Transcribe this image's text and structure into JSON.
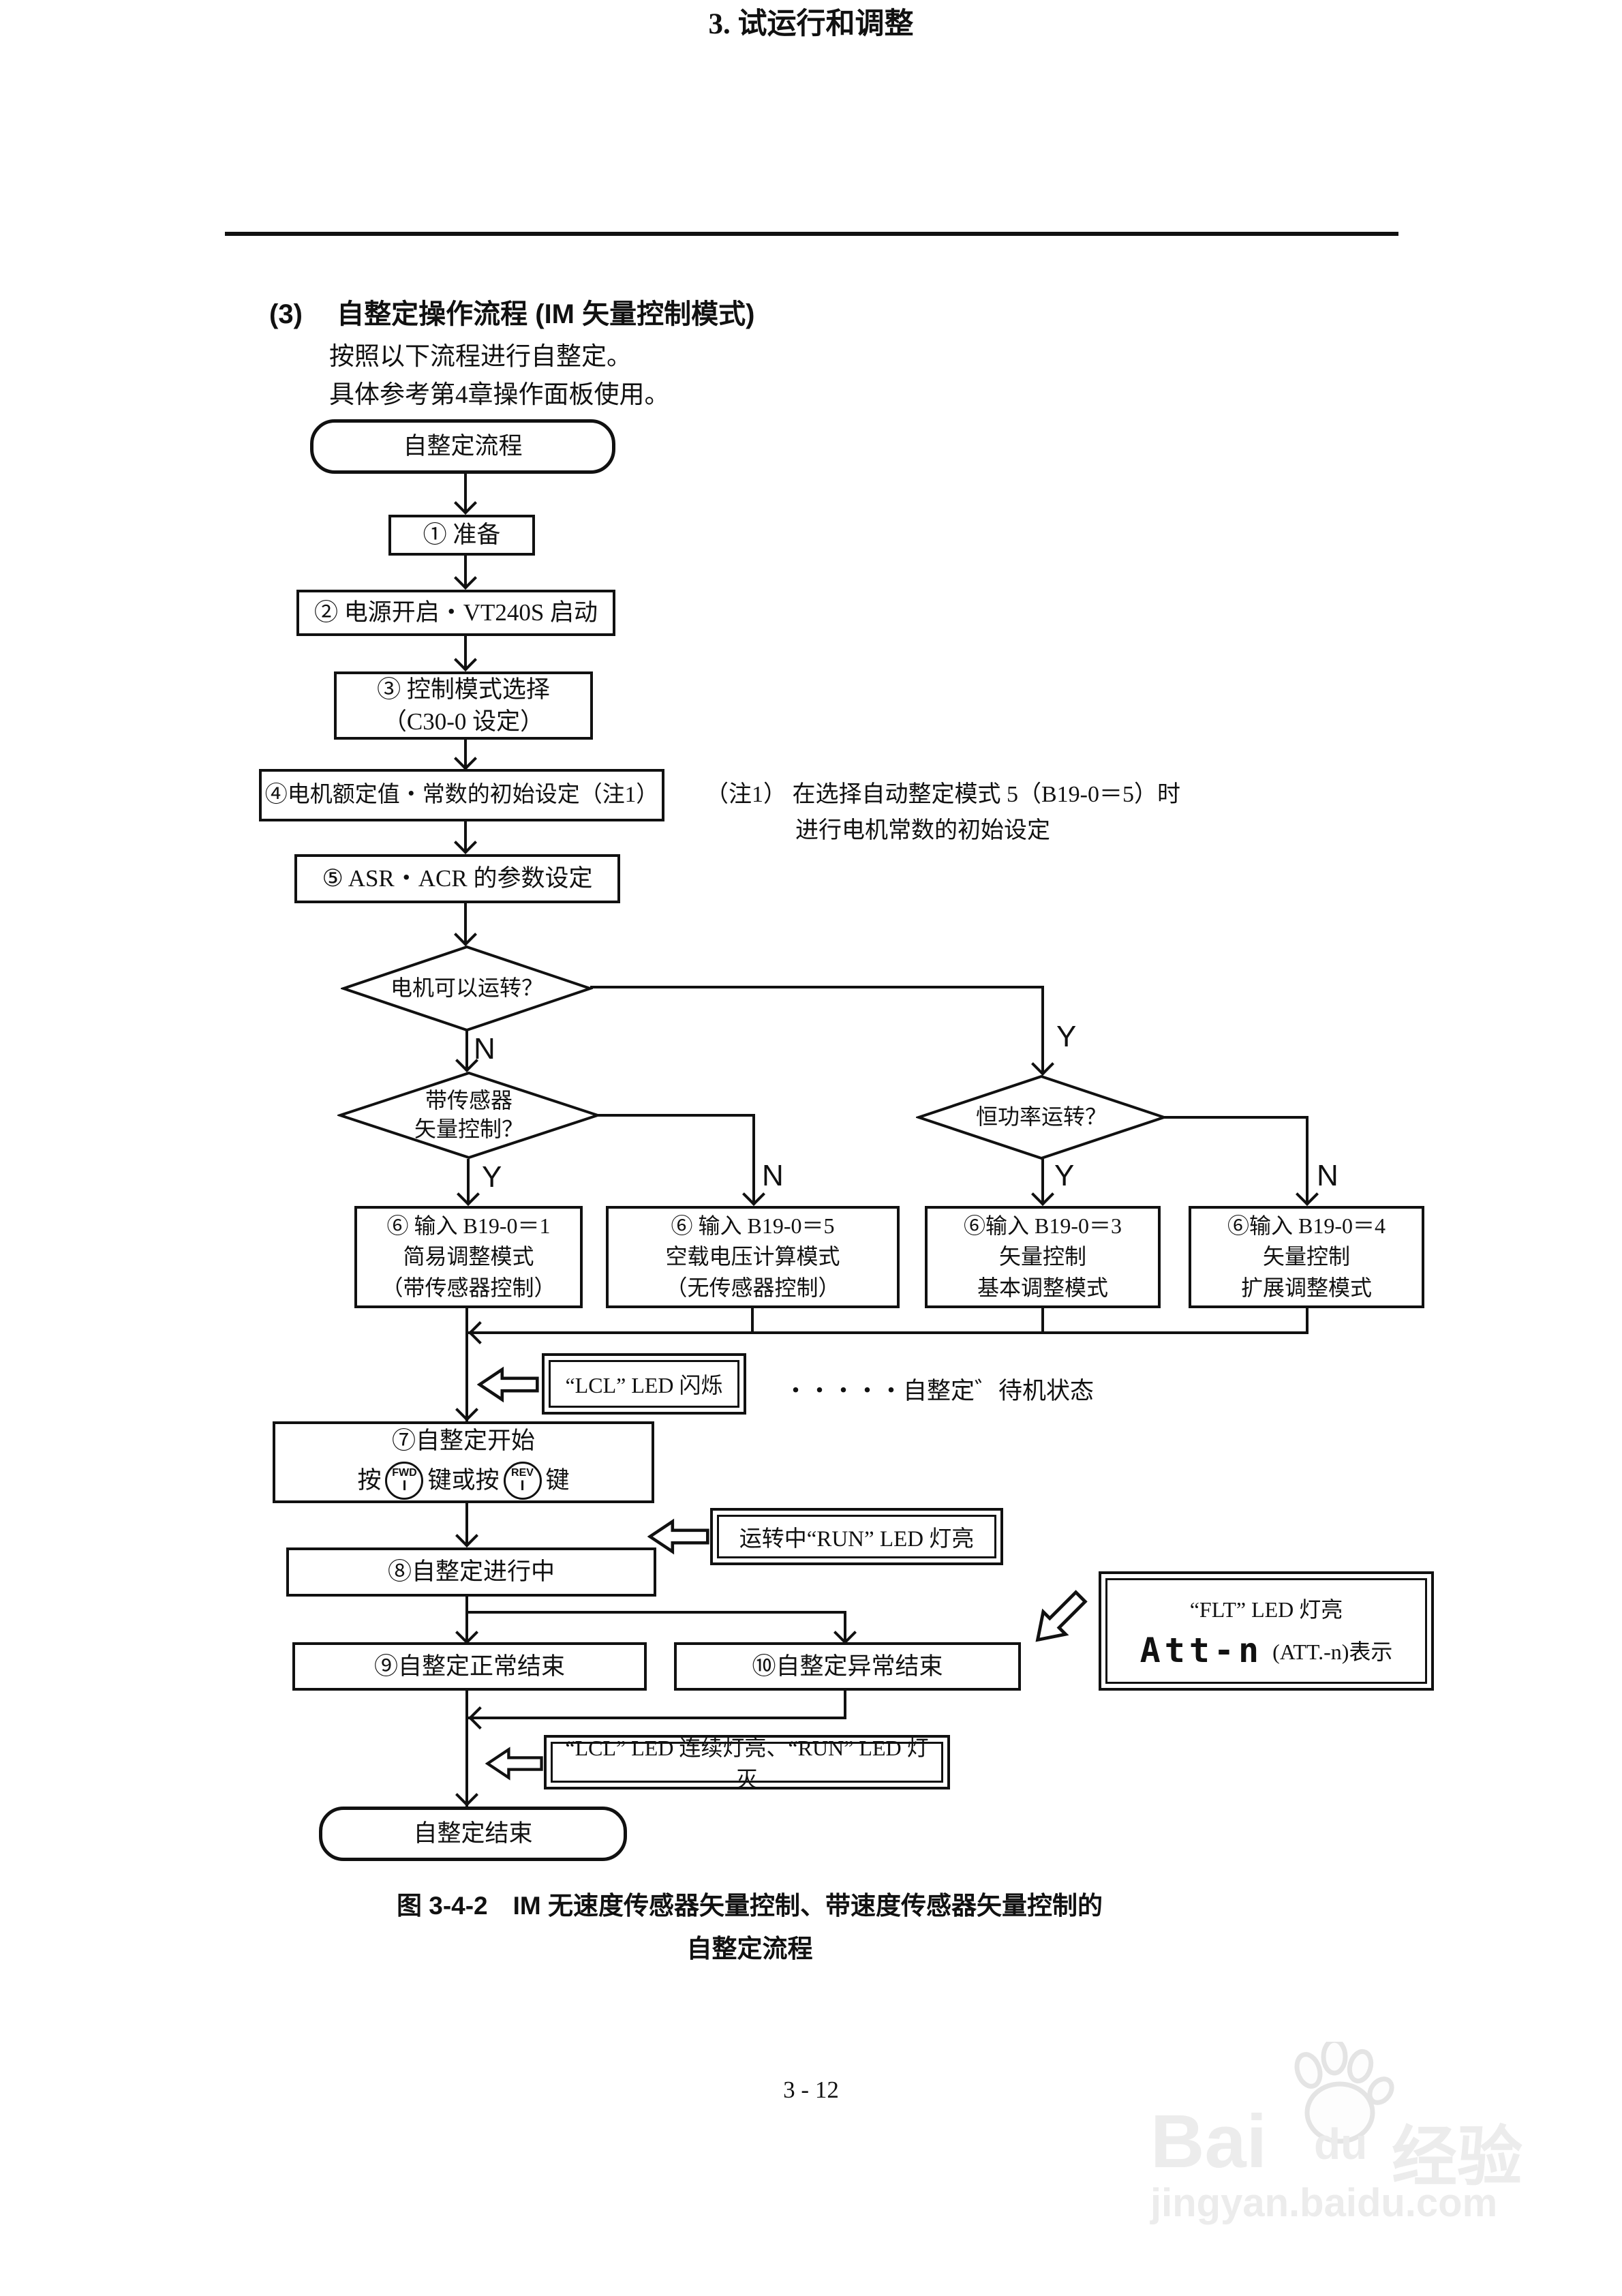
{
  "page": {
    "header": "3. 试运行和调整",
    "page_number": "3 - 12"
  },
  "section": {
    "number": "(3)",
    "title": "自整定操作流程 (IM 矢量控制模式)",
    "intro_line1": "按照以下流程进行自整定。",
    "intro_line2": "具体参考第4章操作面板使用。"
  },
  "flow": {
    "start": "自整定流程",
    "step1": "① 准备",
    "step2": "② 电源开启・VT240S 启动",
    "step3_line1": "③ 控制模式选择",
    "step3_line2": "（C30-0 设定）",
    "step4": "④电机额定值・常数的初始设定（注1）",
    "note_line1": "（注1） 在选择自动整定模式 5（B19-0＝5）时",
    "note_line2": "进行电机常数的初始设定",
    "step5": "⑤ ASR・ACR 的参数设定",
    "decision1": "电机可以运转？",
    "decision1_no": "N",
    "decision1_yes": "Y",
    "decision2_line1": "带传感器",
    "decision2_line2": "矢量控制？",
    "decision2_yes": "Y",
    "decision2_no": "N",
    "decision3": "恒功率运转？",
    "decision3_yes": "Y",
    "decision3_no": "N",
    "mode1_line1": "⑥ 输入 B19-0＝1",
    "mode1_line2": "简易调整模式",
    "mode1_line3": "（带传感器控制）",
    "mode2_line1": "⑥ 输入 B19-0＝5",
    "mode2_line2": "空载电压计算模式",
    "mode2_line3": "（无传感器控制）",
    "mode3_line1": "⑥输入 B19-0＝3",
    "mode3_line2": "矢量控制",
    "mode3_line3": "基本调整模式",
    "mode4_line1": "⑥输入 B19-0＝4",
    "mode4_line2": "矢量控制",
    "mode4_line3": "扩展调整模式",
    "lcl_blink": "“LCL” LED 闪烁",
    "standby_note": "・・・・・自整定゛待机状态",
    "step7_line1": "⑦自整定开始",
    "step7_press": "按",
    "step7_or": "键或按",
    "step7_key_suffix": "键",
    "fwd_key_top": "FWD",
    "fwd_key_bottom": "I",
    "rev_key_top": "REV",
    "rev_key_bottom": "I",
    "run_led": "运转中“RUN” LED 灯亮",
    "step8": "⑧自整定进行中",
    "step9": "⑨自整定正常结束",
    "step10": "⑩自整定异常结束",
    "flt_line1": "“FLT” LED 灯亮",
    "flt_display": "Att-n",
    "flt_suffix": "(ATT.-n)表示",
    "lcl_cont": "“LCL” LED 连续灯亮、“RUN” LED 灯灭",
    "end": "自整定结束"
  },
  "caption": {
    "line1": "图 3-4-2　IM 无速度传感器矢量控制、带速度传感器矢量控制的",
    "line2": "自整定流程"
  },
  "watermark": {
    "brand_bai": "Bai",
    "brand_du": "du",
    "brand_cn": "经验",
    "url": "jingyan.baidu.com"
  },
  "colors": {
    "ink": "#111111",
    "watermark_gray": "#ececec"
  }
}
